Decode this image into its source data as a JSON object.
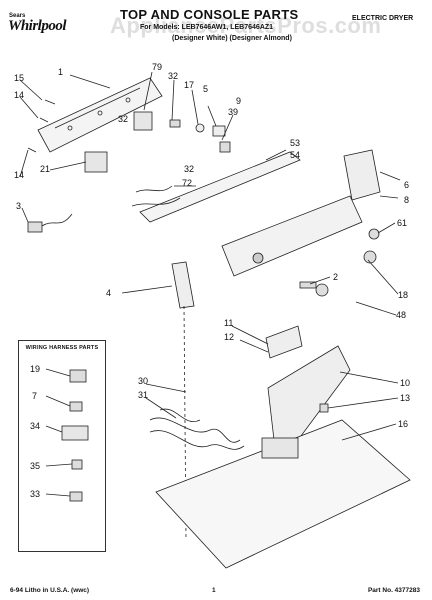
{
  "header": {
    "brand_small": "Sears",
    "brand": "Whirlpool",
    "title": "TOP AND CONSOLE PARTS",
    "model": "For Models: LEB7646AW1, LEB7646AZ1",
    "variant": "(Designer White) (Designer Almond)",
    "product": "ELECTRIC DRYER",
    "watermark": "AppliancePartsPros.com"
  },
  "harness": {
    "title": "WIRING HARNESS PARTS"
  },
  "callouts": {
    "c1": "1",
    "c15": "15",
    "c14a": "14",
    "c14b": "14",
    "c21": "21",
    "c3": "3",
    "c79": "79",
    "c32a": "32",
    "c17": "17",
    "c5": "5",
    "c32b": "32",
    "c9": "9",
    "c39": "39",
    "c53": "53",
    "c54": "54",
    "c32c": "32",
    "c72": "72",
    "c6": "6",
    "c8": "8",
    "c61": "61",
    "c2": "2",
    "c18": "18",
    "c48": "48",
    "c4": "4",
    "c11": "11",
    "c12": "12",
    "c10": "10",
    "c30": "30",
    "c31": "31",
    "c13": "13",
    "c16": "16",
    "h19": "19",
    "h7": "7",
    "h34": "34",
    "h35": "35",
    "h33": "33"
  },
  "footer": {
    "left": "6-94 Litho in U.S.A. (wwc)",
    "center": "1",
    "right": "Part No. 4377283"
  }
}
